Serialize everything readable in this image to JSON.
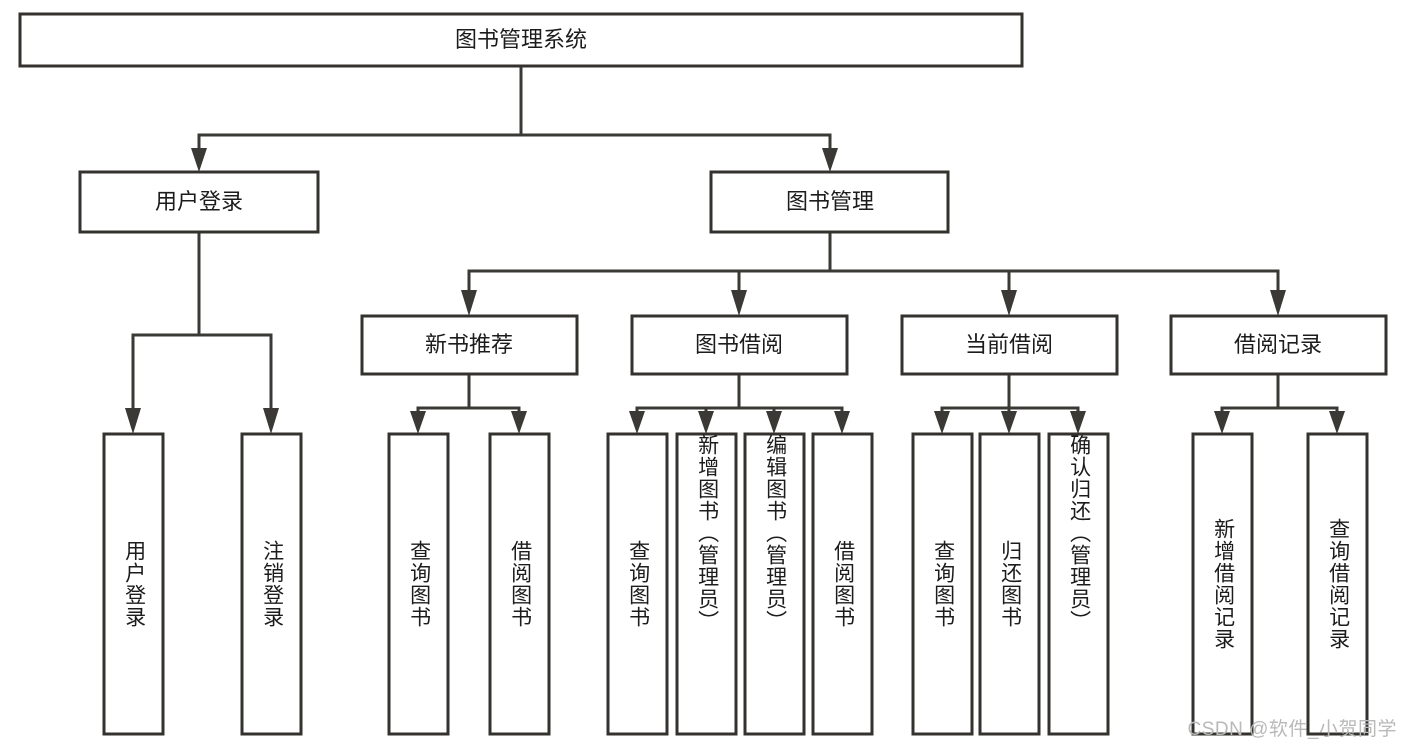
{
  "diagram": {
    "title": "图书管理系统",
    "type": "hierarchy-tree",
    "levels": 4,
    "root": {
      "id": "root",
      "label": "图书管理系统"
    },
    "level2": [
      {
        "id": "user-login",
        "label": "用户登录"
      },
      {
        "id": "book-management",
        "label": "图书管理"
      }
    ],
    "level3": [
      {
        "id": "new-book-recommend",
        "label": "新书推荐",
        "parent": "book-management"
      },
      {
        "id": "book-borrow",
        "label": "图书借阅",
        "parent": "book-management"
      },
      {
        "id": "current-borrow",
        "label": "当前借阅",
        "parent": "book-management"
      },
      {
        "id": "borrow-record",
        "label": "借阅记录",
        "parent": "book-management"
      }
    ],
    "leaves": [
      {
        "id": "leaf-user-login",
        "label": "用户登录",
        "parent": "user-login"
      },
      {
        "id": "leaf-user-logout",
        "label": "注销登录",
        "parent": "user-login"
      },
      {
        "id": "leaf-query-books-1",
        "label": "查询图书",
        "parent": "new-book-recommend"
      },
      {
        "id": "leaf-borrow-books-1",
        "label": "借阅图书",
        "parent": "new-book-recommend"
      },
      {
        "id": "leaf-query-books-2",
        "label": "查询图书",
        "parent": "book-borrow"
      },
      {
        "id": "leaf-add-book",
        "label": "新增图书（管理员）",
        "parent": "book-borrow"
      },
      {
        "id": "leaf-edit-book",
        "label": "编辑图书（管理员）",
        "parent": "book-borrow"
      },
      {
        "id": "leaf-borrow-books-2",
        "label": "借阅图书",
        "parent": "book-borrow"
      },
      {
        "id": "leaf-query-books-3",
        "label": "查询图书",
        "parent": "current-borrow"
      },
      {
        "id": "leaf-return-book",
        "label": "归还图书",
        "parent": "current-borrow"
      },
      {
        "id": "leaf-confirm-return",
        "label": "确认归还（管理员）",
        "parent": "current-borrow"
      },
      {
        "id": "leaf-add-record",
        "label": "新增借阅记录",
        "parent": "borrow-record"
      },
      {
        "id": "leaf-query-record",
        "label": "查询借阅记录",
        "parent": "borrow-record"
      }
    ]
  },
  "watermark": {
    "text": "CSDN @软件_小贺同学"
  },
  "colors": {
    "node_border": "#33322f",
    "node_fill": "#ffffff",
    "edge": "#3a3936",
    "text": "#1c1c1c",
    "watermark": "#b9b9b9",
    "background": "#ffffff"
  }
}
